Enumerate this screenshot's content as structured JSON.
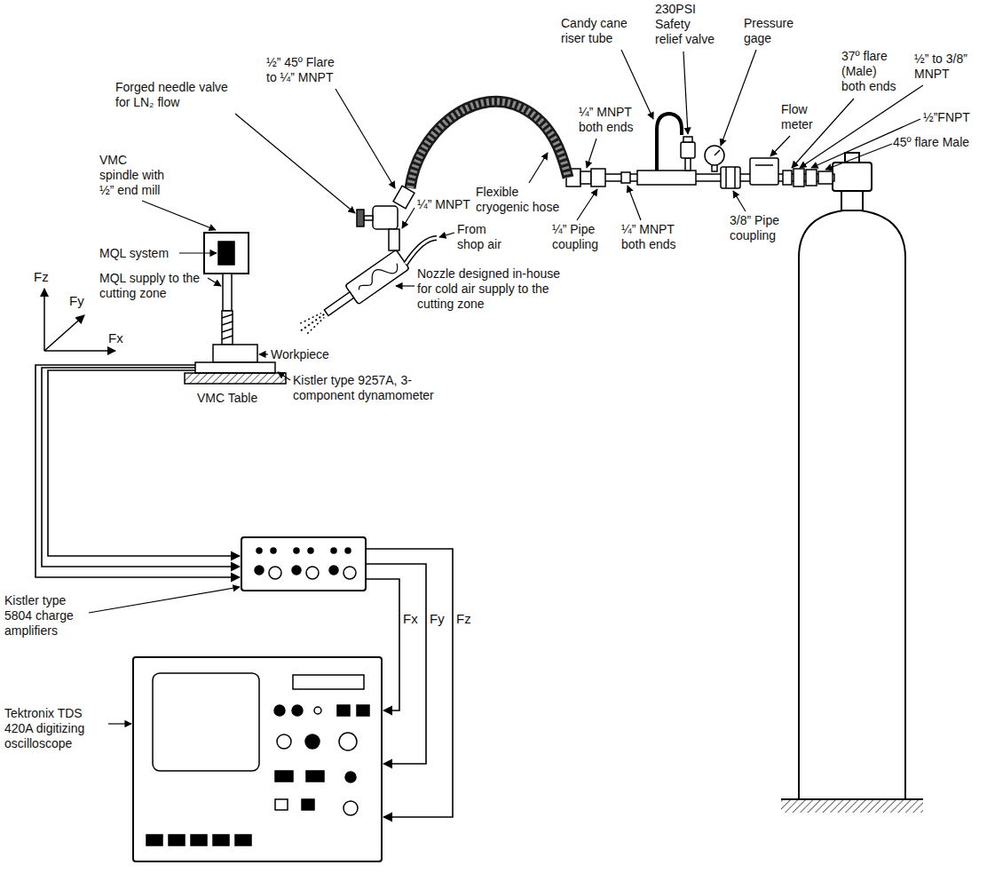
{
  "diagram": {
    "labels": [
      "Candy cane riser tube",
      "230PSI Safety relief valve",
      "Pressure gage",
      "37º flare (Male) both ends",
      "Flow meter",
      "½” to 3/8” MNPT",
      "½”FNPT",
      "45º flare Male",
      "¼” MNPT both ends",
      "Flexible cryogenic hose",
      "¼” Pipe coupling",
      "¼” MNPT both ends",
      "3/8” Pipe coupling",
      "½” 45º Flare to ¼” MNPT",
      "Forged needle valve for LN₂ flow",
      "VMC spindle with ½” end mill",
      "¼” MNPT",
      "From shop air",
      "MQL system",
      "MQL supply to the cutting zone",
      "Nozzle designed in-house for cold air supply to the cutting zone",
      "Workpiece",
      "Kistler type 9257A, 3-component dynamometer",
      "VMC Table",
      "Fz",
      "Fy",
      "Fx",
      "Kistler type 5804 charge amplifiers",
      "Fx",
      "Fy",
      "Fz",
      "Tektronix TDS 420A digitizing oscilloscope"
    ]
  }
}
